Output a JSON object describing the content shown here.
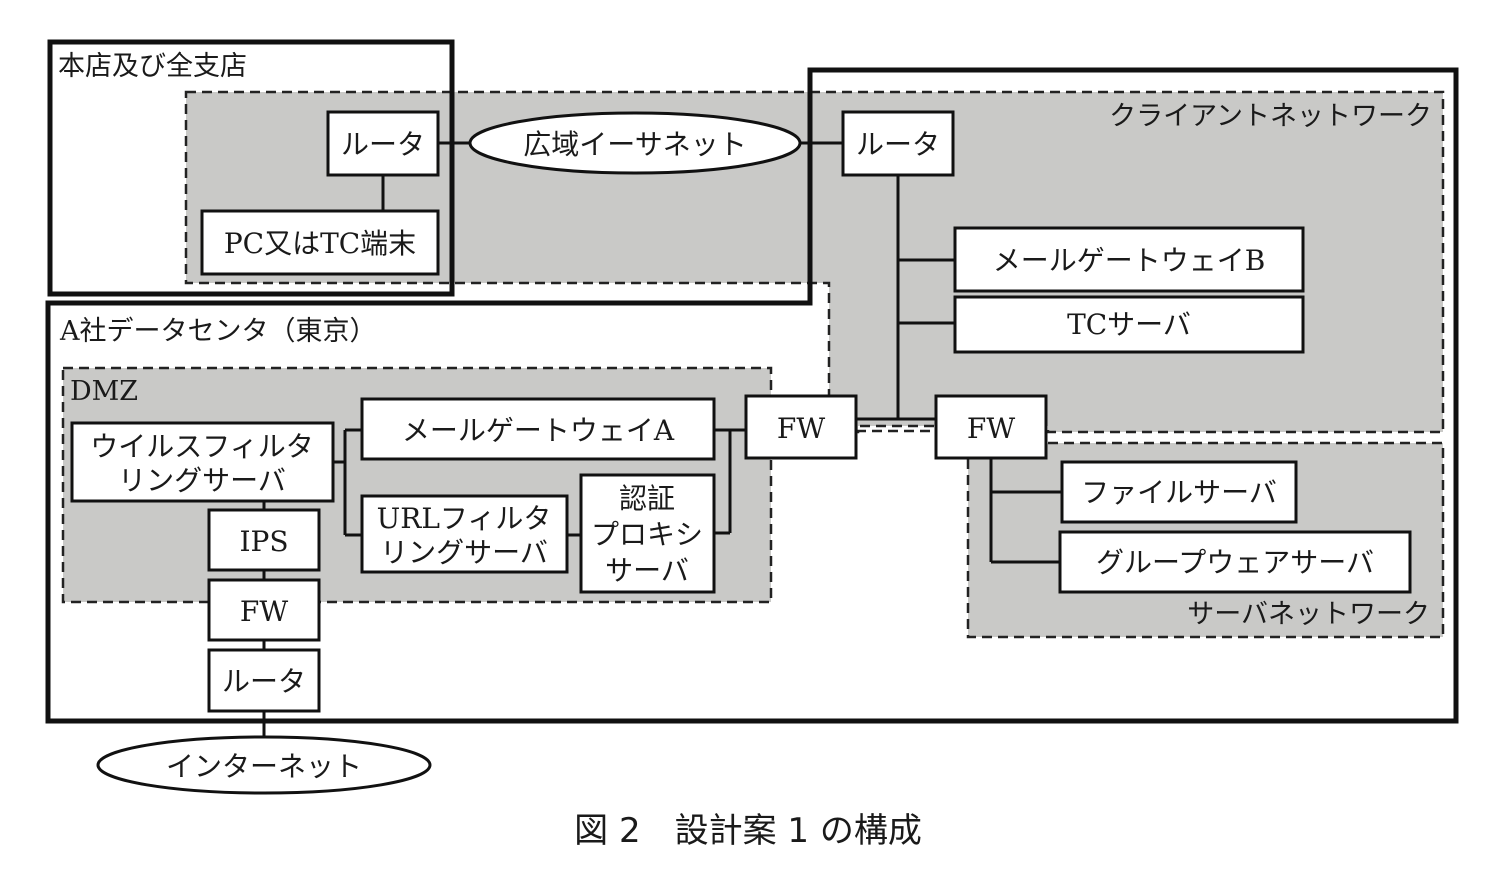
{
  "figure": {
    "caption": "図 2　設計案 1 の構成"
  },
  "regions": {
    "branch": "本店及び全支店",
    "datacenter": "A社データセンタ（東京）",
    "dmz": "DMZ",
    "client_network": "クライアントネットワーク",
    "server_network": "サーバネットワーク"
  },
  "nodes": {
    "branch_router": "ルータ",
    "branch_terminal": "PC又はTC端末",
    "wan": "広域イーサネット",
    "dc_router_client": "ルータ",
    "mail_gateway_b": "メールゲートウェイB",
    "tc_server": "TCサーバ",
    "fw_internal": "FW",
    "fw_dmz": "FW",
    "file_server": "ファイルサーバ",
    "groupware_server": "グループウェアサーバ",
    "virus_filter_line1": "ウイルスフィルタ",
    "virus_filter_line2": "リングサーバ",
    "mail_gateway_a": "メールゲートウェイA",
    "url_filter_line1": "URLフィルタ",
    "url_filter_line2": "リングサーバ",
    "auth_proxy_line1": "認証",
    "auth_proxy_line2": "プロキシ",
    "auth_proxy_line3": "サーバ",
    "ips": "IPS",
    "fw_external": "FW",
    "internet_router": "ルータ",
    "internet": "インターネット"
  }
}
